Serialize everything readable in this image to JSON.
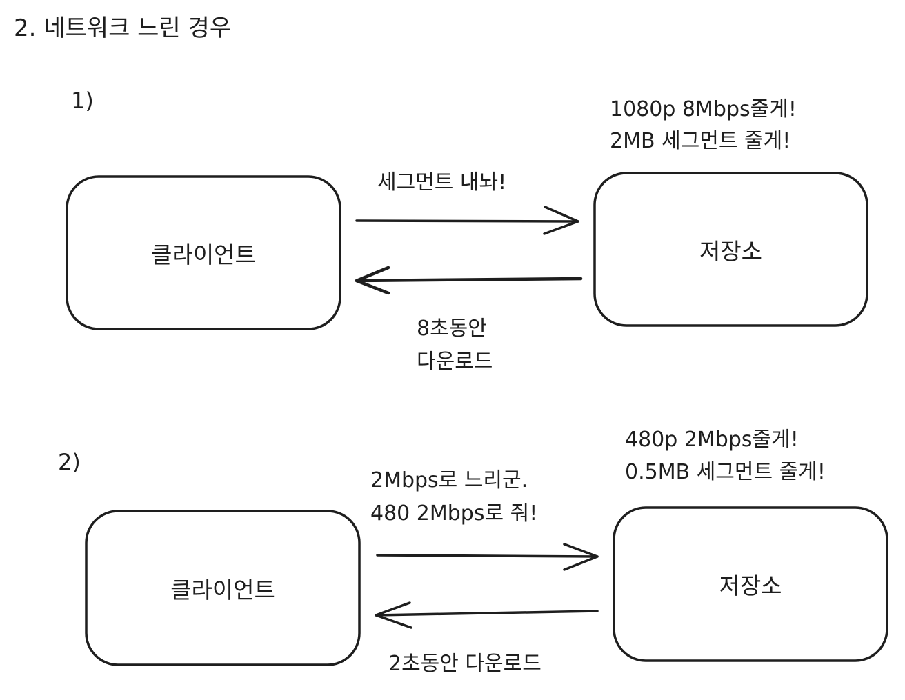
{
  "title": "2. 네트워크 느린 경우",
  "scenarios": [
    {
      "number": "1)",
      "client_label": "클라이언트",
      "storage_label": "저장소",
      "storage_note": [
        "1080p 8Mbps줄게!",
        "2MB 세그먼트 줄게!"
      ],
      "request_label": [
        "세그먼트 내놔!"
      ],
      "download_label": [
        "8초동안",
        "다운로드"
      ]
    },
    {
      "number": "2)",
      "client_label": "클라이언트",
      "storage_label": "저장소",
      "storage_note": [
        "480p 2Mbps줄게!",
        "0.5MB 세그먼트 줄게!"
      ],
      "request_label": [
        "2Mbps로 느리군.",
        "480 2Mbps로 줘!"
      ],
      "download_label": [
        "2초동안 다운로드"
      ]
    }
  ],
  "colors": {
    "stroke": "#1e1e1e",
    "background": "#ffffff"
  }
}
